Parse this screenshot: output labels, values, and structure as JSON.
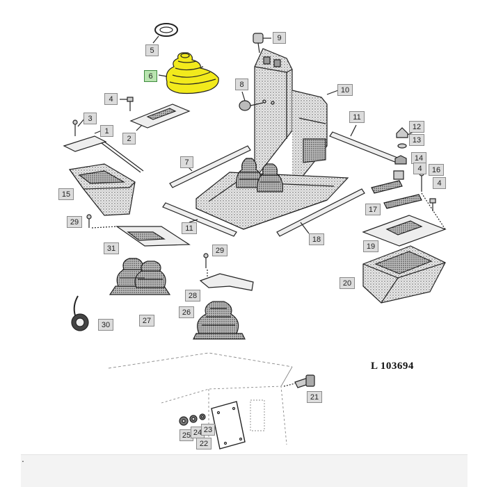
{
  "diagram": {
    "reference": "L 103694",
    "highlighted_part": "6",
    "highlight_color": "#f2ea1c",
    "highlight_label_color": "#b9e4b0",
    "footer_mark": "."
  },
  "parts": [
    {
      "id": "p5",
      "label": "5"
    },
    {
      "id": "p6",
      "label": "6"
    },
    {
      "id": "p9",
      "label": "9"
    },
    {
      "id": "p8",
      "label": "8"
    },
    {
      "id": "p10",
      "label": "10"
    },
    {
      "id": "p4a",
      "label": "4"
    },
    {
      "id": "p2",
      "label": "2"
    },
    {
      "id": "p3",
      "label": "3"
    },
    {
      "id": "p1",
      "label": "1"
    },
    {
      "id": "p7",
      "label": "7"
    },
    {
      "id": "p11a",
      "label": "11"
    },
    {
      "id": "p12",
      "label": "12"
    },
    {
      "id": "p13",
      "label": "13"
    },
    {
      "id": "p14",
      "label": "14"
    },
    {
      "id": "p4b",
      "label": "4"
    },
    {
      "id": "p16",
      "label": "16"
    },
    {
      "id": "p4c",
      "label": "4"
    },
    {
      "id": "p15",
      "label": "15"
    },
    {
      "id": "p17",
      "label": "17"
    },
    {
      "id": "p29a",
      "label": "29"
    },
    {
      "id": "p11b",
      "label": "11"
    },
    {
      "id": "p18",
      "label": "18"
    },
    {
      "id": "p19",
      "label": "19"
    },
    {
      "id": "p31",
      "label": "31"
    },
    {
      "id": "p29b",
      "label": "29"
    },
    {
      "id": "p20",
      "label": "20"
    },
    {
      "id": "p28",
      "label": "28"
    },
    {
      "id": "p27",
      "label": "27"
    },
    {
      "id": "p26",
      "label": "26"
    },
    {
      "id": "p30",
      "label": "30"
    },
    {
      "id": "p21",
      "label": "21"
    },
    {
      "id": "p25",
      "label": "25"
    },
    {
      "id": "p24",
      "label": "24"
    },
    {
      "id": "p23",
      "label": "23"
    },
    {
      "id": "p22",
      "label": "22"
    }
  ]
}
